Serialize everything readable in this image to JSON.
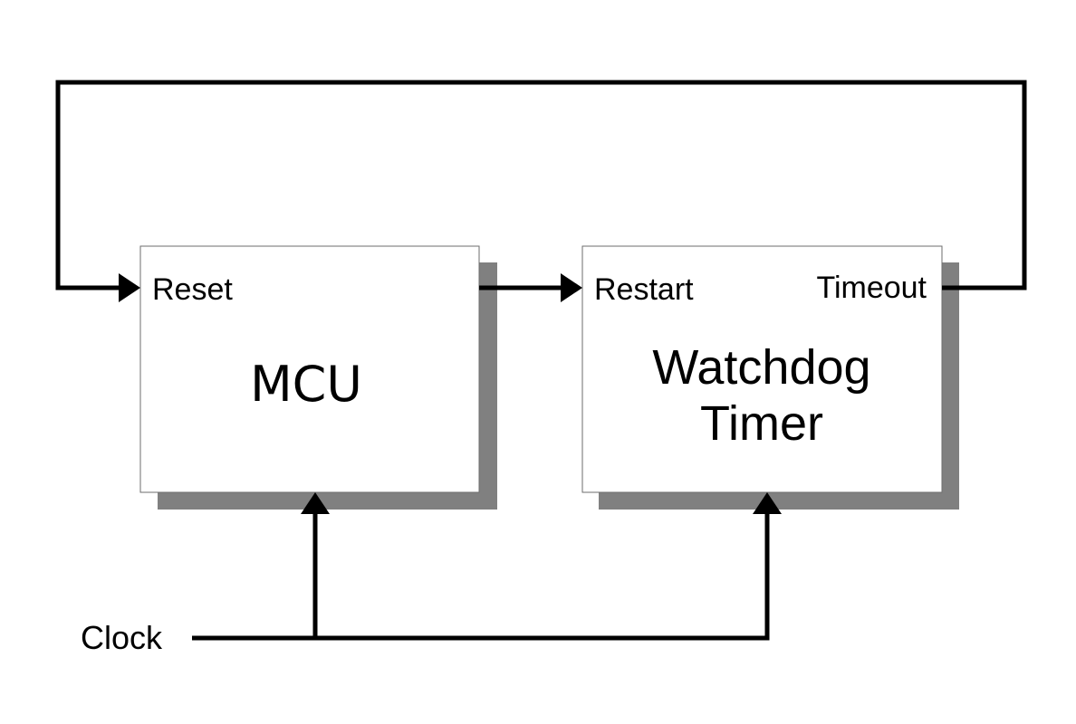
{
  "diagram": {
    "blocks": {
      "mcu": {
        "title": "MCU",
        "input_label": "Reset"
      },
      "watchdog": {
        "title_line1": "Watchdog",
        "title_line2": "Timer",
        "input_label": "Restart",
        "output_label": "Timeout"
      }
    },
    "clock_label": "Clock",
    "colors": {
      "line": "#000000",
      "shadow": "#808080",
      "box_fill": "#ffffff",
      "box_border": "#6e6e6e"
    }
  }
}
